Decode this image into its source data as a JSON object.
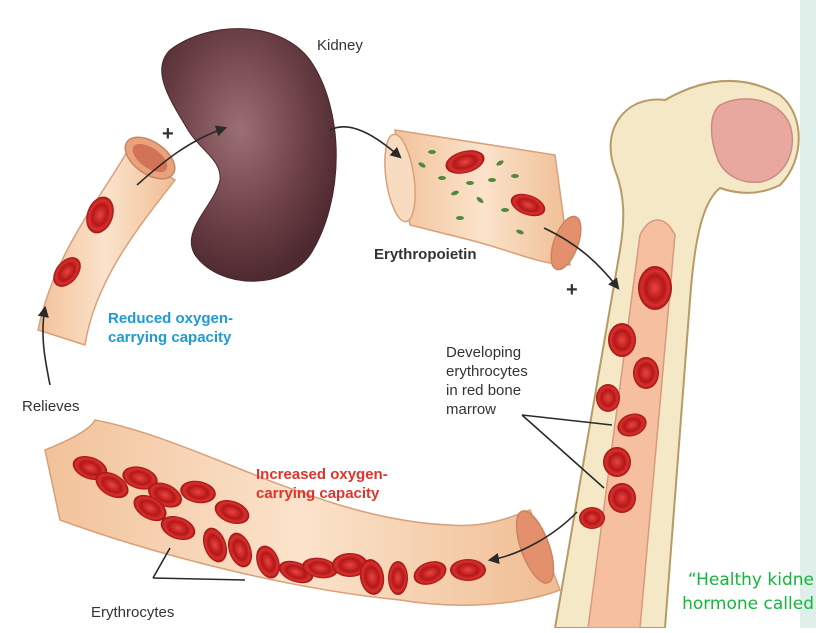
{
  "labels": {
    "kidney": "Kidney",
    "erythropoietin": "Erythropoietin",
    "plus_top": "+",
    "plus_right": "+",
    "reduced_line1": "Reduced oxygen-",
    "reduced_line2": "carrying capacity",
    "relieves": "Relieves",
    "developing_line1": "Developing",
    "developing_line2": "erythrocytes",
    "developing_line3": "in red bone",
    "developing_line4": "marrow",
    "increased_line1": "Increased oxygen-",
    "increased_line2": "carrying capacity",
    "erythrocytes": "Erythrocytes"
  },
  "caption": {
    "line1": "“Healthy kidne",
    "line2": "hormone called"
  },
  "colors": {
    "reduced_text": "#1e9ad6",
    "increased_text": "#e2332a",
    "caption_text": "#14b53c",
    "vessel_fill": "#f6d2b0",
    "rbc": "#c8201e",
    "kidney": "#6b3f45",
    "bone": "#f3e5c0"
  }
}
